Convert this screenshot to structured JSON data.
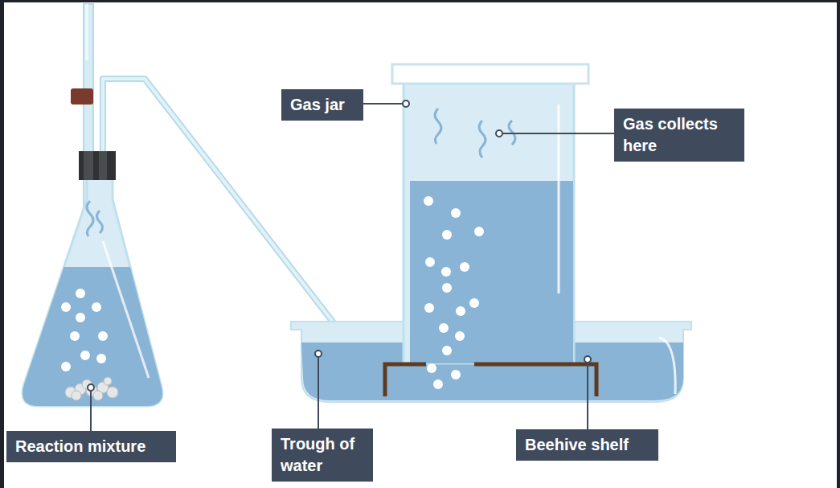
{
  "diagram": {
    "nodes": [
      {
        "text": [
          "Gas jar"
        ]
      },
      {
        "text": [
          "Gas collects here"
        ]
      },
      {
        "text": [
          "Reaction mixture"
        ]
      },
      {
        "text": [
          "Trough of water"
        ]
      },
      {
        "text": [
          "Beehive shelf"
        ]
      }
    ]
  }
}
